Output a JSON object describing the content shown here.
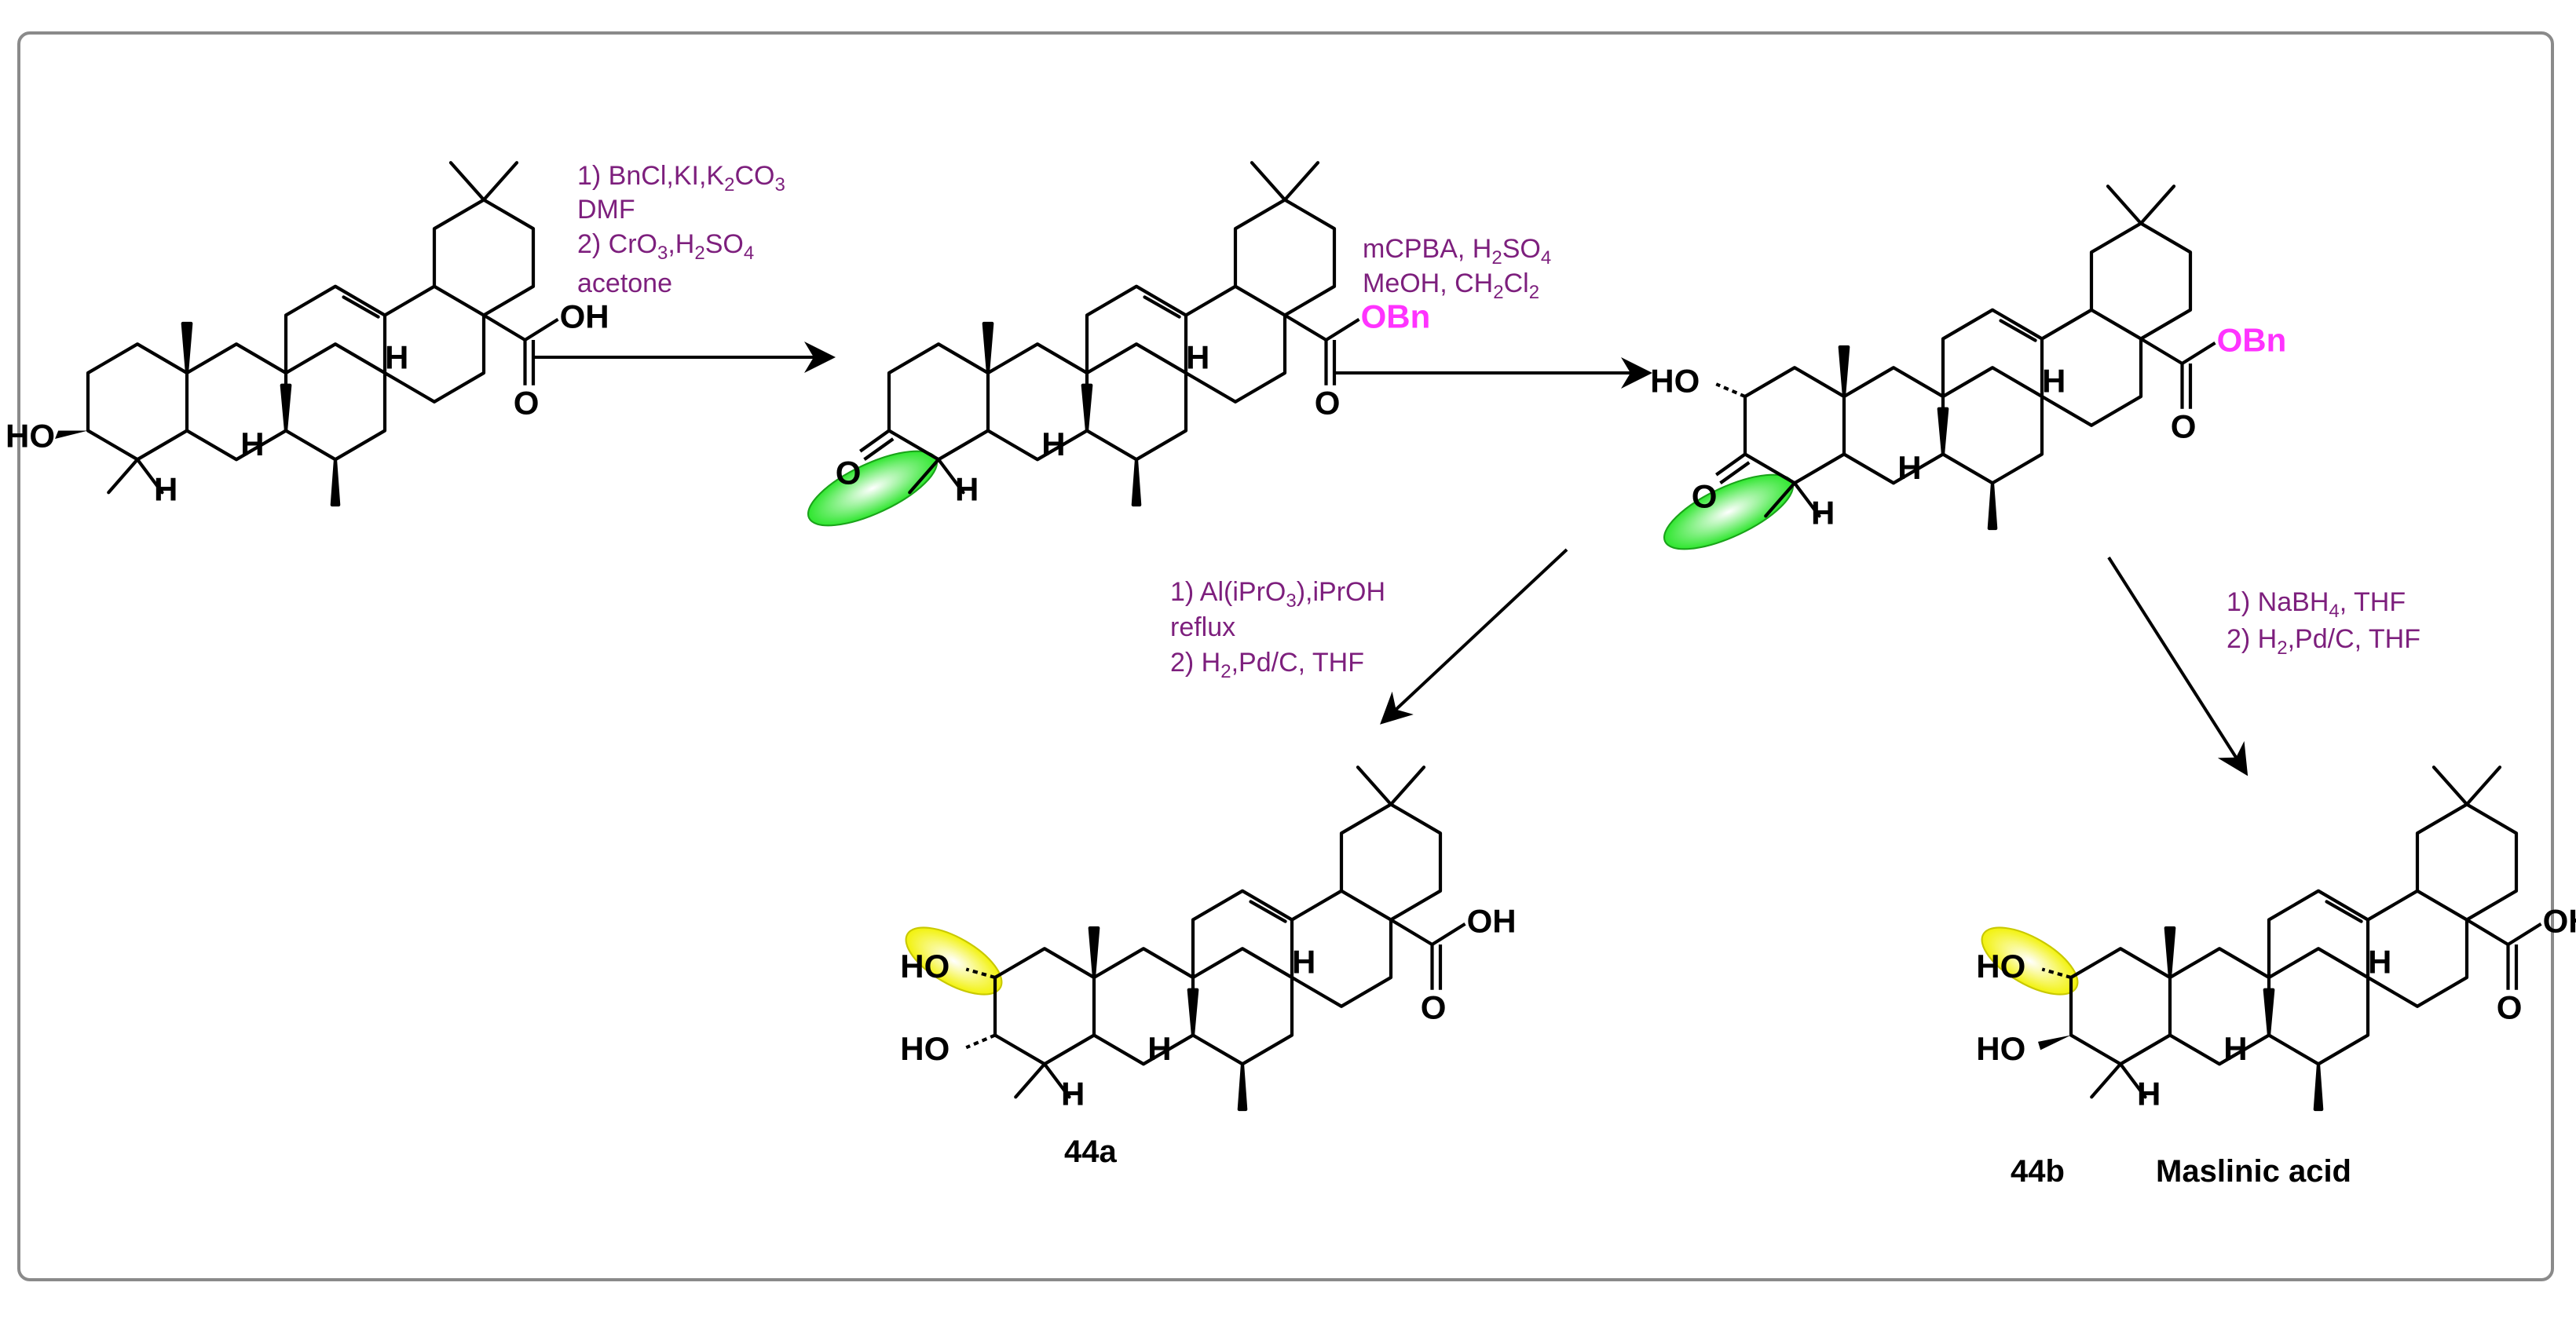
{
  "atoms": {
    "oh": "OH",
    "o": "O",
    "ho": "HO",
    "h": "H",
    "obn": "OBn"
  },
  "step1": {
    "line1": "1) BnCl,KI,K",
    "line1_sub": "2",
    "line1_b": "CO",
    "line1_sub2": "3",
    "line2": "DMF",
    "line3": "2) CrO",
    "line3_sub": "3",
    "line3_b": ",H",
    "line3_sub2": "2",
    "line3_c": "SO",
    "line3_sub3": "4",
    "line4": "acetone"
  },
  "step2": {
    "line1": "mCPBA,  H",
    "line1_sub": "2",
    "line1_b": "SO",
    "line1_sub2": "4",
    "line2": "MeOH, CH",
    "line2_sub": "2",
    "line2_b": "Cl",
    "line2_sub2": "2"
  },
  "step3": {
    "line1": "1) Al(iPrO",
    "line1_sub": "3",
    "line1_b": "),iPrOH",
    "line2": "reflux",
    "line3": "2) H",
    "line3_sub": "2",
    "line3_b": ",Pd/C, THF"
  },
  "step4": {
    "line1": "1) NaBH",
    "line1_sub": "4",
    "line1_b": ", THF",
    "line2": "2) H",
    "line2_sub": "2",
    "line2_b": ",Pd/C, THF"
  },
  "labels": {
    "c44a": "44a",
    "c44b": "44b",
    "maslinic": "Maslinic acid"
  },
  "colors": {
    "conditions": "#7d1f7d",
    "obn": "#ff33ff",
    "ketone_highlight": "#2ee62e",
    "hydroxyl_highlight": "#ffff33",
    "frame": "#8a8a8a"
  }
}
